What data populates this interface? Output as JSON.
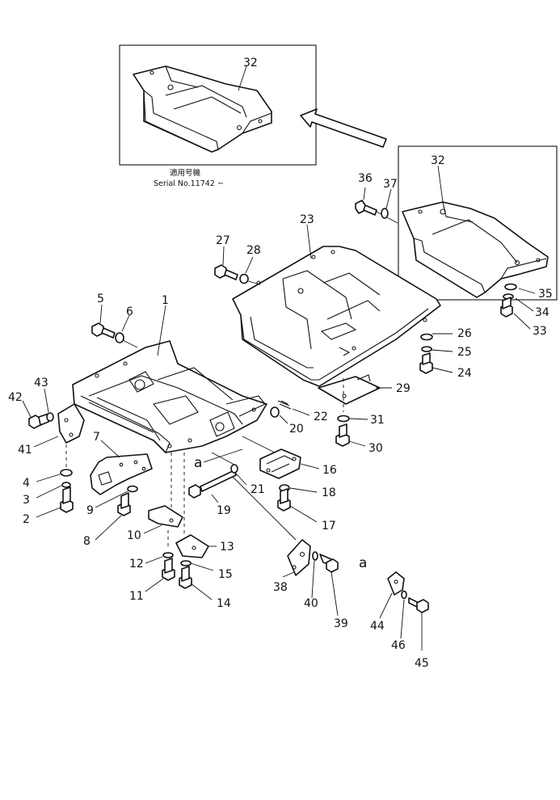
{
  "inset": {
    "applicable_model_label": "適用号機",
    "serial_label": "Serial No.11742 ~"
  },
  "callouts": {
    "p1": "1",
    "p2": "2",
    "p3": "3",
    "p4": "4",
    "p5": "5",
    "p6": "6",
    "p7": "7",
    "p8": "8",
    "p9": "9",
    "p10": "10",
    "p11": "11",
    "p12": "12",
    "p13": "13",
    "p14": "14",
    "p15": "15",
    "p16": "16",
    "p17": "17",
    "p18": "18",
    "p19": "19",
    "p20": "20",
    "p21": "21",
    "p22": "22",
    "p23": "23",
    "p24": "24",
    "p25": "25",
    "p26": "26",
    "p27": "27",
    "p28": "28",
    "p29": "29",
    "p30": "30",
    "p31": "31",
    "p32_inset": "32",
    "p32": "32",
    "p33": "33",
    "p34": "34",
    "p35": "35",
    "p36": "36",
    "p37": "37",
    "p38": "38",
    "p39": "39",
    "p40": "40",
    "p41": "41",
    "p42": "42",
    "p43": "43",
    "p44": "44",
    "p45": "45",
    "p46": "46"
  },
  "reference_marks": {
    "a_main": "a",
    "a_detail": "a"
  }
}
